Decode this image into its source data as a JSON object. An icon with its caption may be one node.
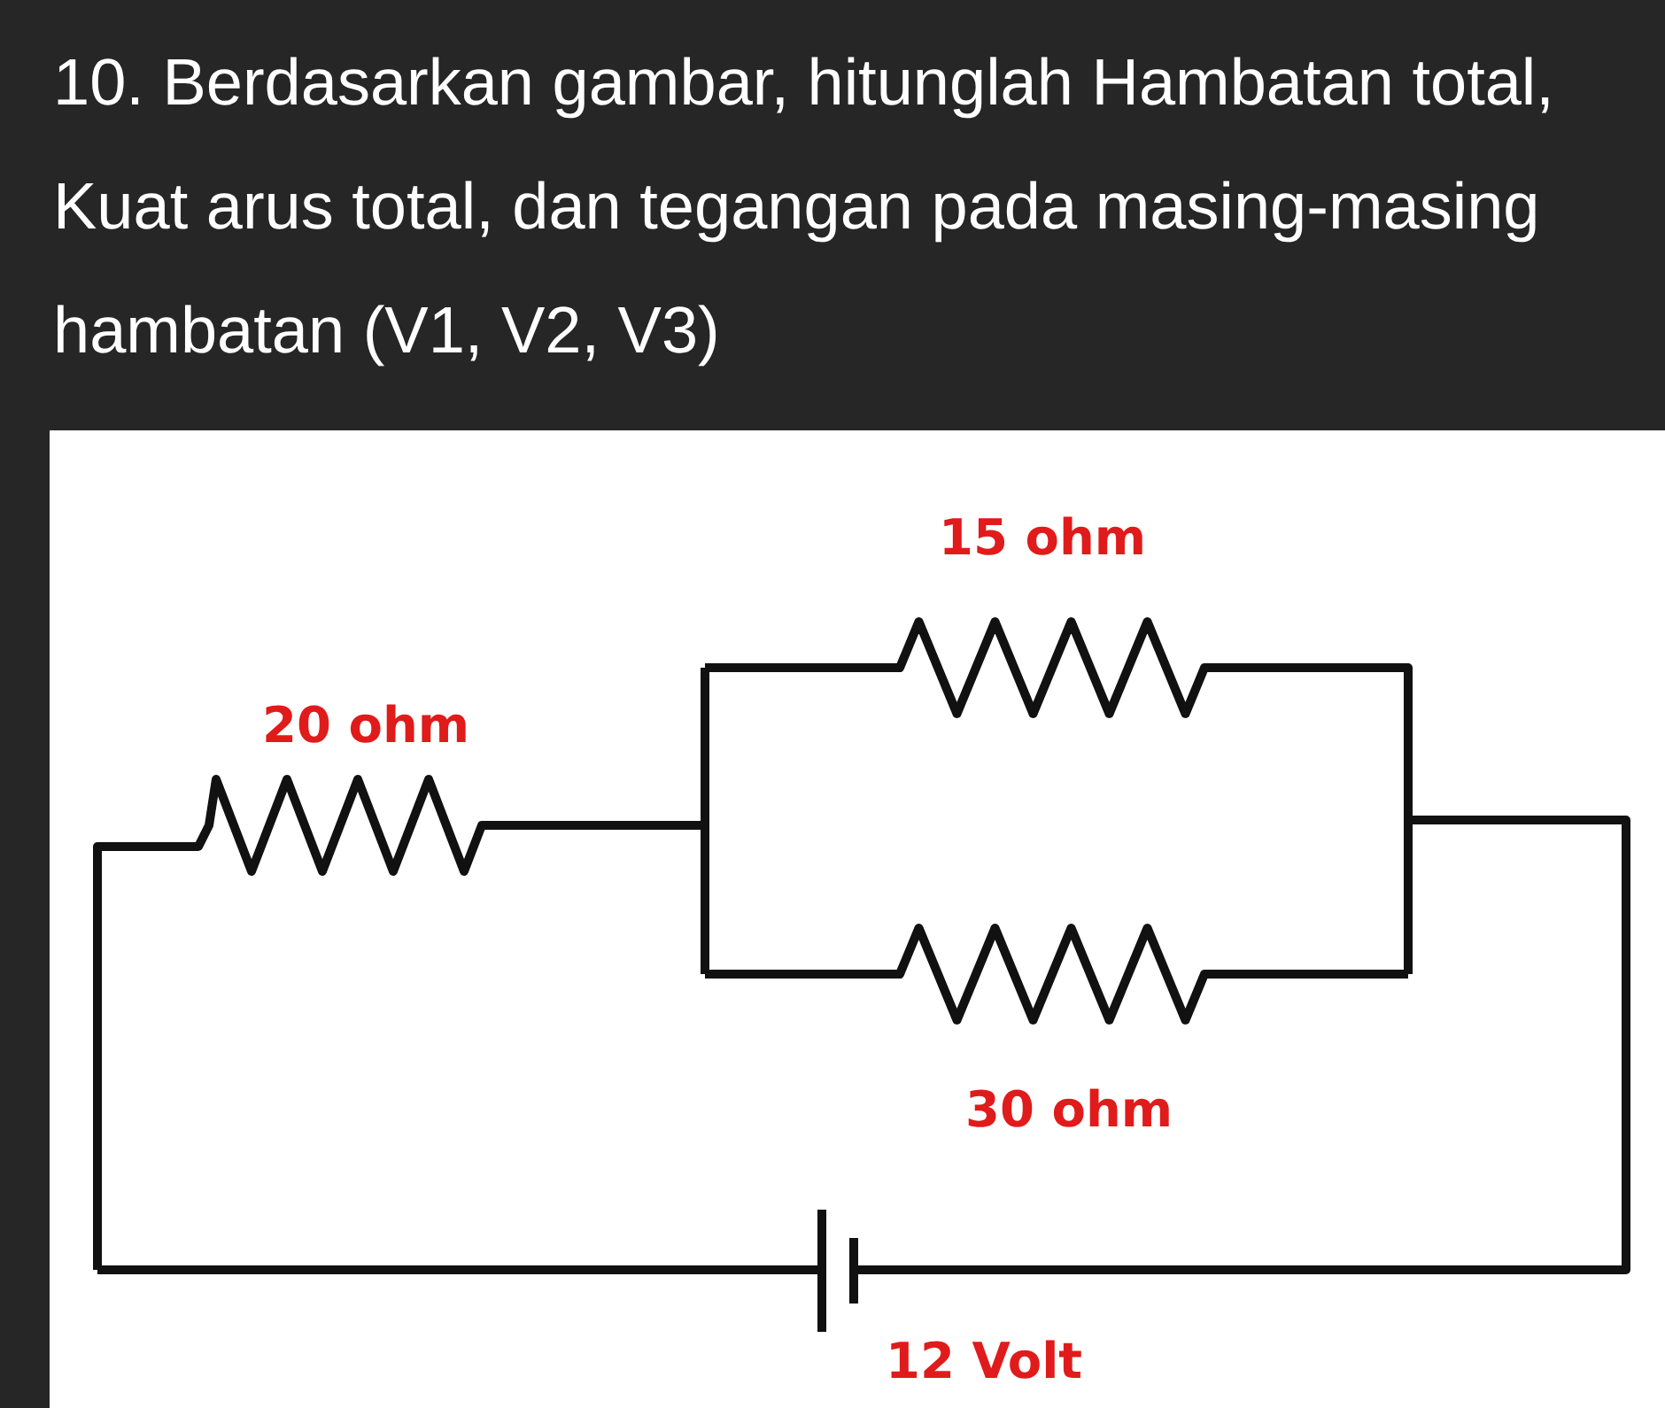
{
  "diagram": {
    "title": "10. Berdasarkan gambar, hitunglah Hambatan total, Kuat arus total, dan tegangan pada masing-masing hambatan (V1, V2, V3)",
    "labels": [
      "15 ohm",
      "20 ohm",
      "30 ohm",
      "12 Volt"
    ]
  }
}
